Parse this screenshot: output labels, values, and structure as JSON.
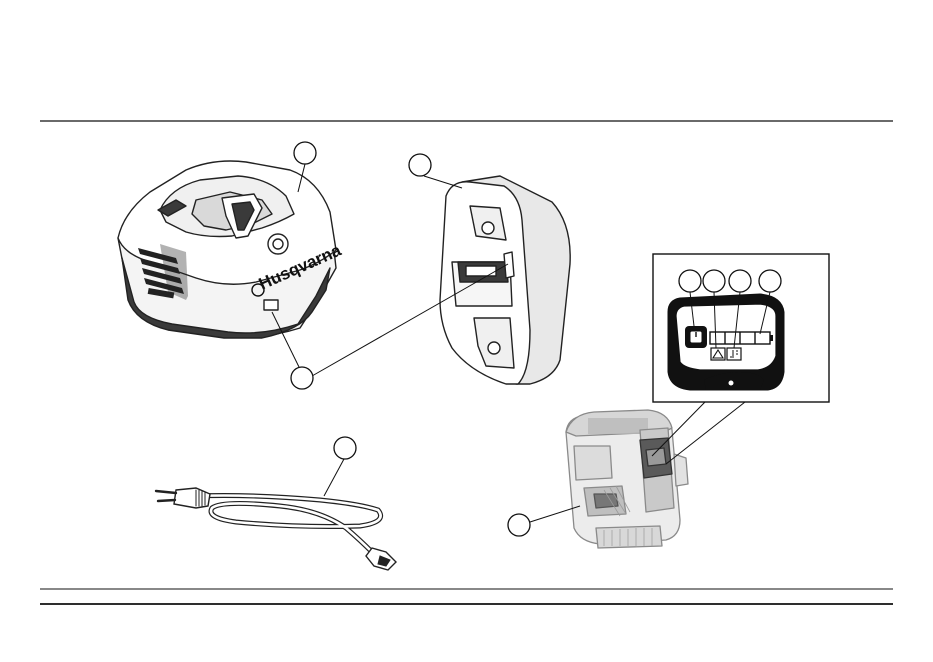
{
  "brand": {
    "logo_text": "Husqvarna"
  },
  "colors": {
    "line": "#111111",
    "outline": "#222222",
    "body_fill": "#ffffff",
    "shade_light": "#e6e6e6",
    "shade_mid": "#bdbdbd",
    "shade_dark": "#3a3a3a",
    "panel_black": "#111111",
    "battery_gray": "#c8c8c8"
  },
  "components": [
    {
      "id": "charger",
      "icon": "charger-icon"
    },
    {
      "id": "wall-mount",
      "icon": "wall-mount-icon"
    },
    {
      "id": "power-cord",
      "icon": "power-cord-icon"
    },
    {
      "id": "battery",
      "icon": "battery-icon"
    },
    {
      "id": "indicator-panel",
      "icon": "indicator-panel-icon"
    }
  ],
  "indicator_panel": {
    "symbols": [
      "power-symbol",
      "warning-triangle-icon",
      "temperature-icon"
    ],
    "level_segments": 4
  }
}
